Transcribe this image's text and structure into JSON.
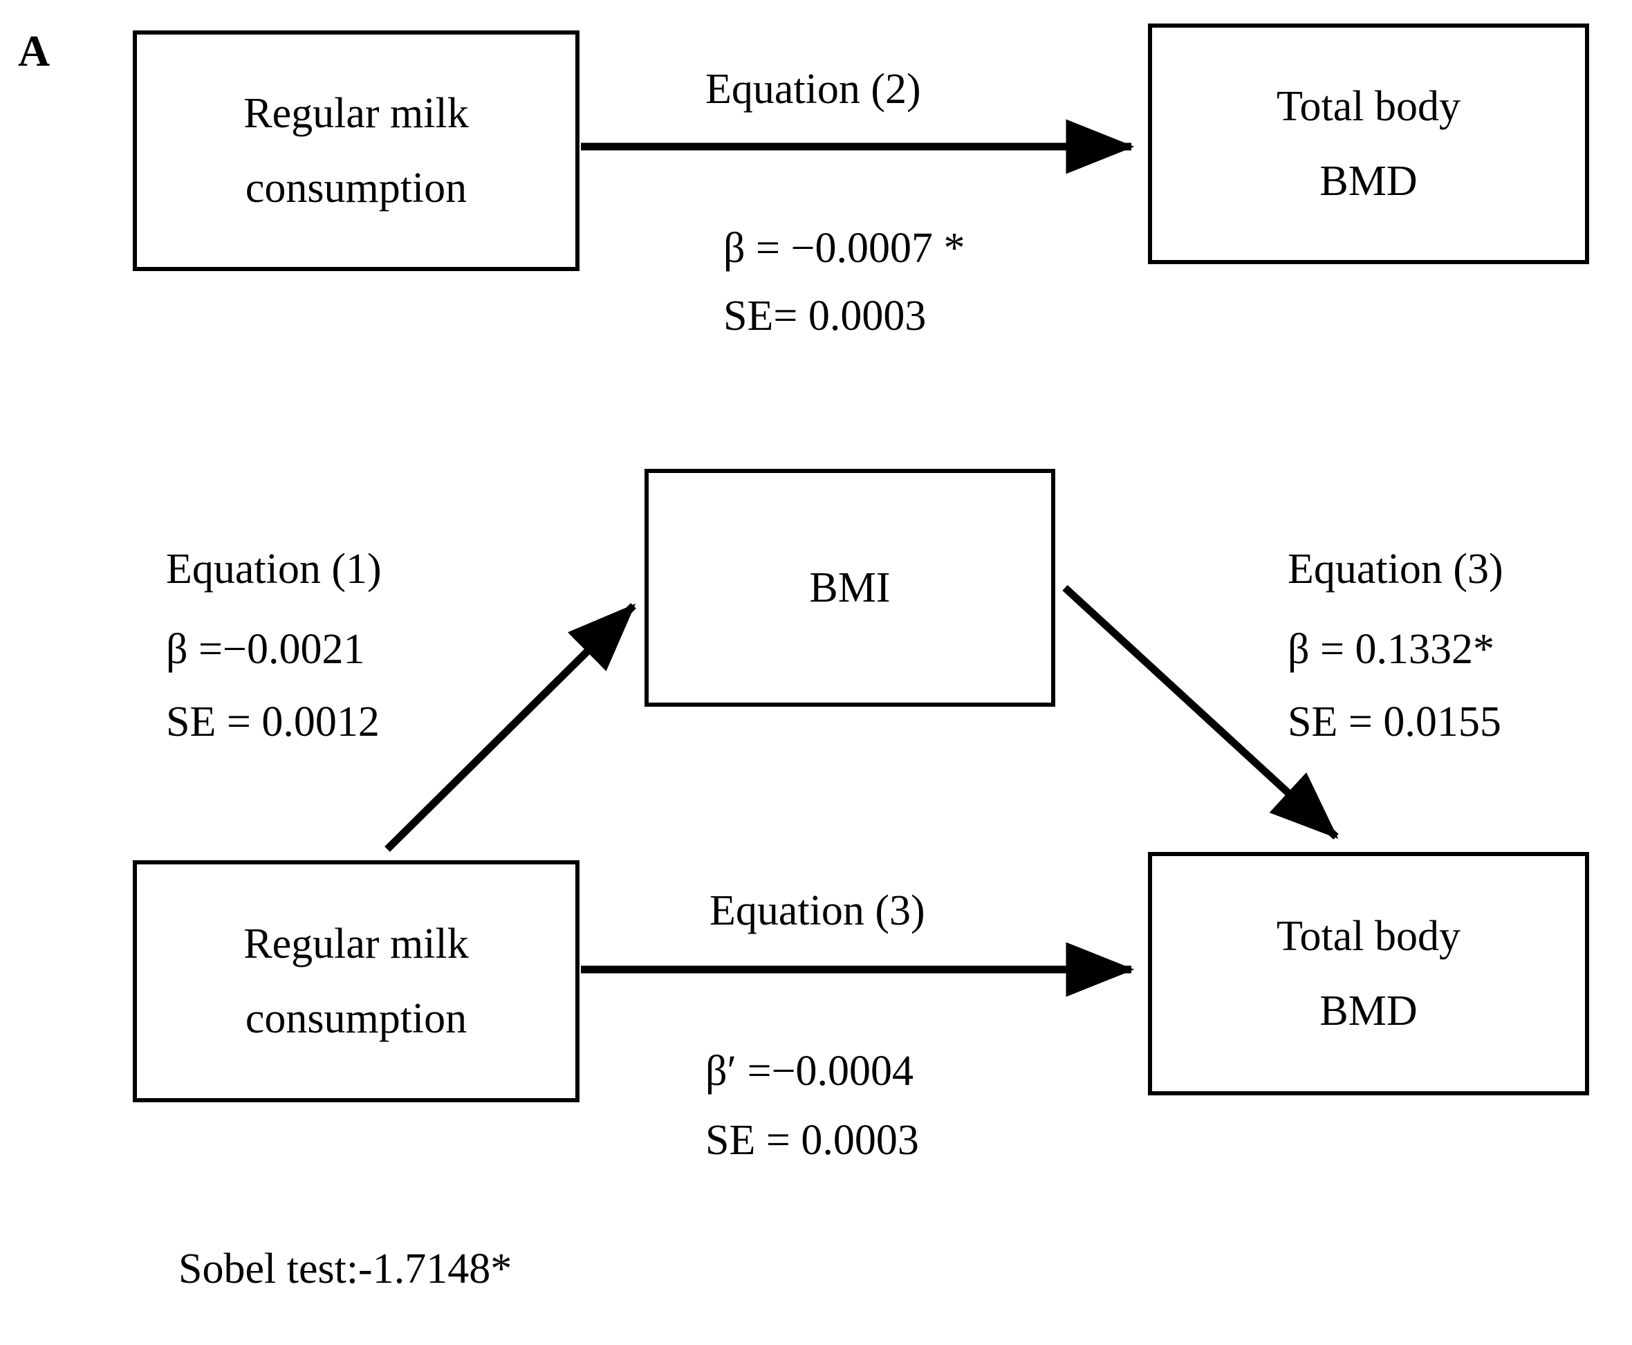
{
  "figure": {
    "panel_label": "A"
  },
  "nodes": {
    "exposure_top": {
      "line1": "Regular milk",
      "line2": "consumption"
    },
    "outcome_top": {
      "line1": "Total body",
      "line2": "BMD"
    },
    "mediator": {
      "line1": "BMI"
    },
    "exposure_bottom": {
      "line1": "Regular milk",
      "line2": "consumption"
    },
    "outcome_bottom": {
      "line1": "Total body",
      "line2": "BMD"
    }
  },
  "paths": {
    "total_effect": {
      "equation": "Equation (2)",
      "beta": "β = −0.0007 *",
      "se": "SE= 0.0003"
    },
    "a_path": {
      "equation": "Equation (1)",
      "beta": "β =−0.0021",
      "se": "SE = 0.0012"
    },
    "b_path": {
      "equation": "Equation (3)",
      "beta": "β = 0.1332*",
      "se": "SE = 0.0155"
    },
    "direct_effect": {
      "equation": "Equation (3)",
      "beta": "β′ =−0.0004",
      "se": "SE = 0.0003"
    }
  },
  "statistics": {
    "sobel_test": "Sobel test:-1.7148*"
  },
  "colors": {
    "stroke": "#000000",
    "background": "#ffffff"
  }
}
